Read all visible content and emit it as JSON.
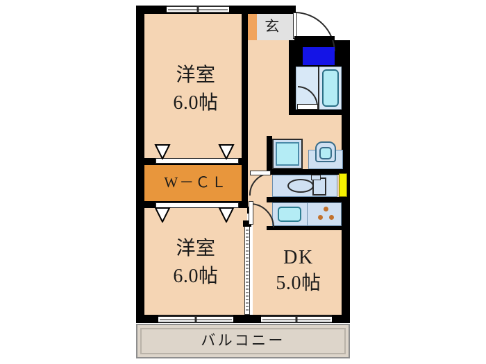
{
  "plan": {
    "type": "japanese-apartment-floorplan",
    "background_color": "#ffffff",
    "room_fill_color": "#f5d5b4",
    "closet_fill_color": "#e8963c",
    "wall_color": "#000000",
    "balcony_fill_color": "#ddd5ca",
    "genkan_fill_color": "#e2e2e2",
    "accent_blue": "#1414e6",
    "accent_yellow": "#f5f000",
    "fixture_blue": "#cfe0f2",
    "fixture_cyan": "#b4ecf5"
  },
  "rooms": {
    "bedroom_north": {
      "name": "洋室",
      "size": "6.0帖"
    },
    "bedroom_south": {
      "name": "洋室",
      "size": "6.0帖"
    },
    "dining_kitchen": {
      "name": "DK",
      "size": "5.0帖"
    },
    "closet": {
      "label": "W－ＣＬ"
    },
    "entrance": {
      "label": "玄"
    },
    "balcony": {
      "label": "バルコニー"
    }
  },
  "fixtures": {
    "bathtub": "bathtub",
    "unit_bath": "unit-bath",
    "washing_machine": "washing-machine",
    "wash_basin": "wash-basin",
    "toilet": "toilet",
    "kitchen_sink": "kitchen-sink",
    "stove": "stove-3-burner",
    "shoe_box": "shoe-box",
    "entrance_door": "entrance-door",
    "balcony_railing": "balcony-railing"
  }
}
